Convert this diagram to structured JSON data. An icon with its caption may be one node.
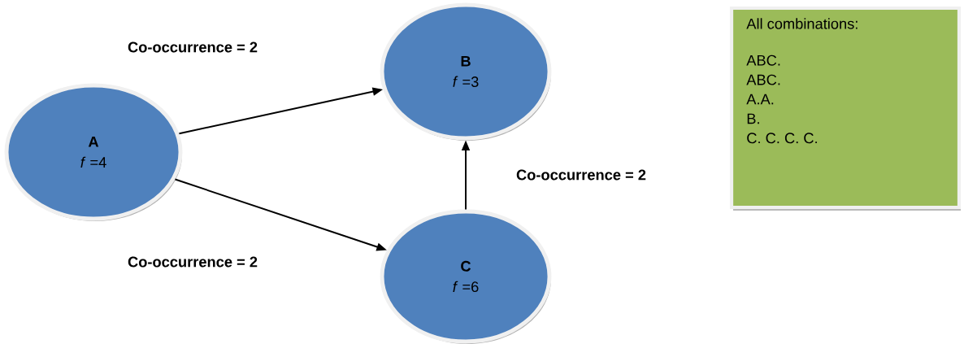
{
  "diagram": {
    "nodes": [
      {
        "text": [
          "A",
          "*f* =4"
        ]
      },
      {
        "text": [
          "B",
          "*f* =3"
        ]
      },
      {
        "text": [
          "C",
          "*f* =6"
        ]
      },
      {
        "text": [
          "All combinations:",
          "ABC.",
          "ABC.",
          "A.A.",
          "B.",
          "C. C. C. C."
        ]
      }
    ],
    "edges": [
      {
        "from": 0,
        "to": 1,
        "arrow": "to",
        "label": "Co-occurrence = 2"
      },
      {
        "from": 0,
        "to": 2,
        "arrow": "to",
        "label": "Co-occurrence = 2"
      },
      {
        "from": 2,
        "to": 1,
        "arrow": "to",
        "label": "Co-occurrence = 2"
      }
    ]
  }
}
